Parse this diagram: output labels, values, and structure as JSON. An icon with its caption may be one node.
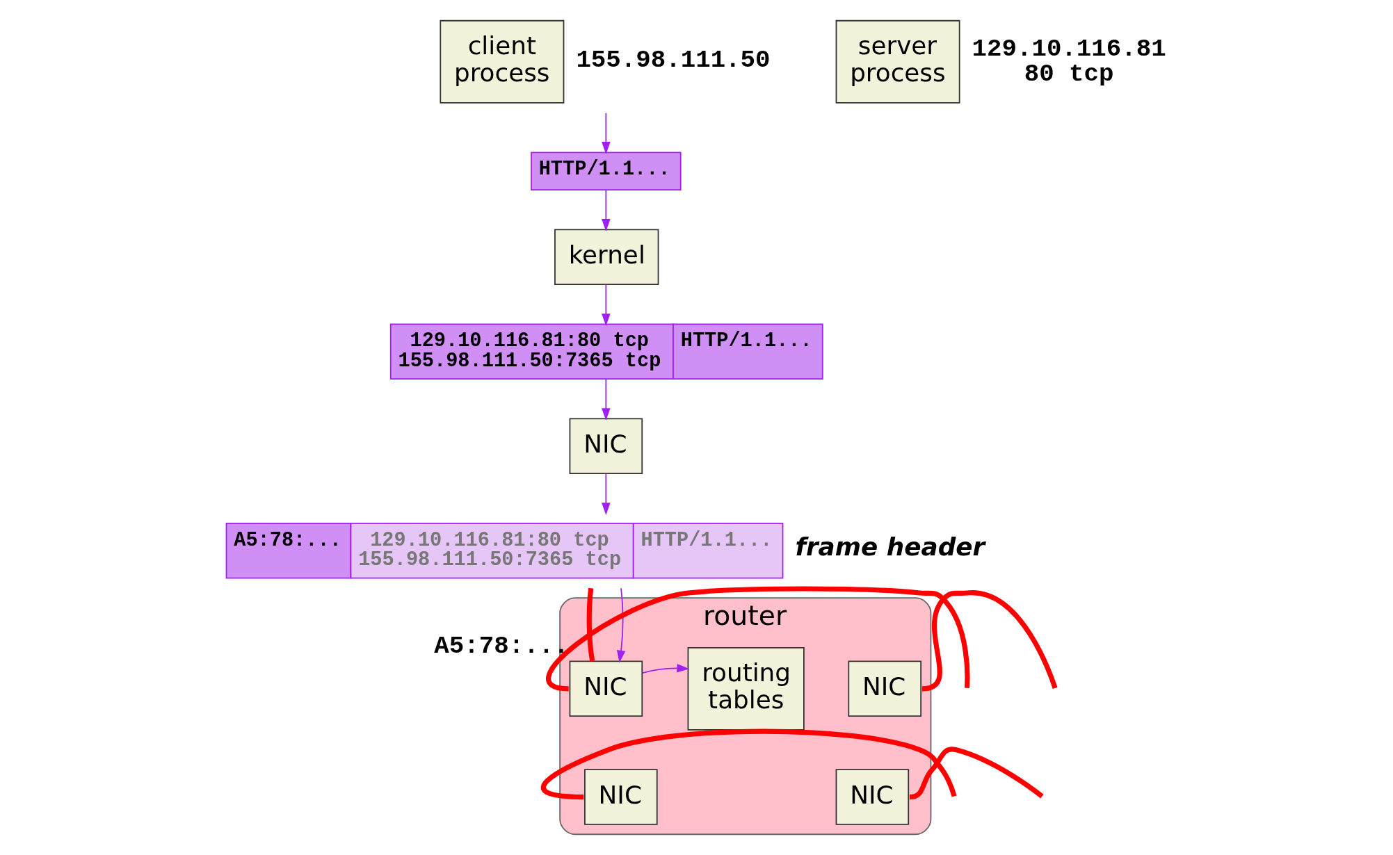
{
  "diagram": {
    "nodes": [
      {
        "text": [
          "client process"
        ],
        "beside": [
          "155.98.111.50"
        ]
      },
      {
        "text": [
          "server process"
        ],
        "beside": [
          "129.10.116.81",
          "80 tcp"
        ]
      },
      {
        "text": [
          "HTTP/1.1..."
        ]
      },
      {
        "text": [
          "kernel"
        ]
      },
      {
        "text": [
          "129.10.116.81:80 tcp 155.98.111.50:7365 tcp",
          "HTTP/1.1..."
        ]
      },
      {
        "text": [
          "NIC"
        ]
      },
      {
        "text": [
          "A5:78:...",
          "129.10.116.81:80 tcp 155.98.111.50:7365 tcp",
          "HTTP/1.1..."
        ],
        "beside": [
          "frame header"
        ]
      },
      {
        "text": [
          "router"
        ]
      },
      {
        "text": [
          "NIC"
        ],
        "in": 7,
        "beside": [
          "A5:78:..."
        ]
      },
      {
        "text": [
          "routing tables"
        ],
        "in": 7
      },
      {
        "text": [
          "NIC"
        ],
        "in": 7
      },
      {
        "text": [
          "NIC"
        ],
        "in": 7
      },
      {
        "text": [
          "NIC"
        ],
        "in": 7
      }
    ],
    "edges": [
      {
        "from": 0,
        "to": 2,
        "arrow": "to"
      },
      {
        "from": 2,
        "to": 3,
        "arrow": "to"
      },
      {
        "from": 3,
        "to": 4,
        "arrow": "to"
      },
      {
        "from": 4,
        "to": 5,
        "arrow": "to"
      },
      {
        "from": 5,
        "to": 6,
        "arrow": "to"
      },
      {
        "from": null,
        "to": 8,
        "arrow": "none",
        "style": "thick",
        "color": "#ff0000"
      },
      {
        "from": 6,
        "to": 8,
        "arrow": "none",
        "style": "thick",
        "color": "#ff0000"
      },
      {
        "from": 6,
        "to": 8,
        "arrow": "to"
      },
      {
        "from": 8,
        "to": 9,
        "arrow": "to"
      },
      {
        "from": 11,
        "to": null,
        "arrow": "none",
        "style": "thick",
        "color": "#ff0000"
      },
      {
        "from": null,
        "to": 10,
        "arrow": "none",
        "style": "thick",
        "color": "#ff0000"
      },
      {
        "from": 12,
        "to": null,
        "arrow": "none",
        "style": "thick",
        "color": "#ff0000"
      }
    ]
  }
}
